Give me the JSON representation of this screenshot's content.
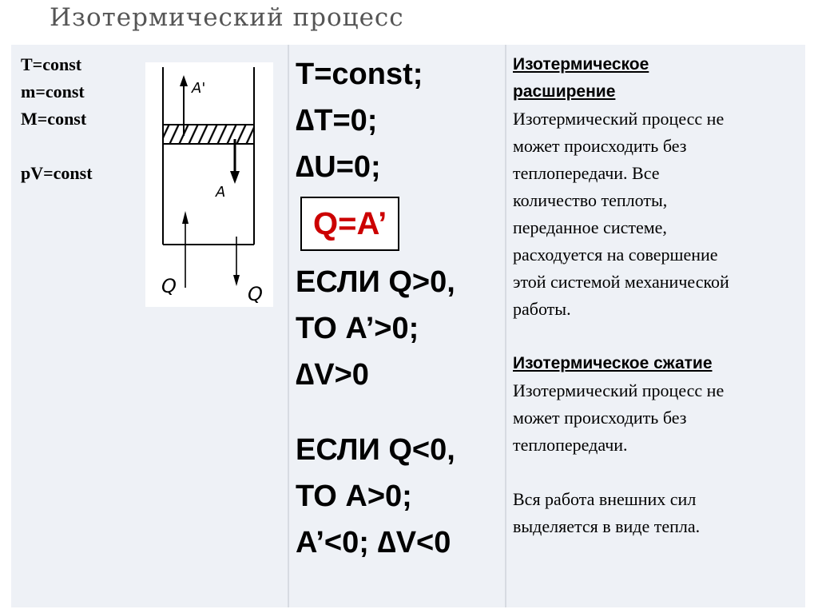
{
  "title": "Изотермический процесс",
  "params": {
    "l1": "T=const",
    "l2": "m=const",
    "l3": "M=const",
    "l4": "pV=const"
  },
  "diagram": {
    "label_a_prime": "A'",
    "label_a": "A",
    "label_q_left": "Q",
    "label_q_right": "Q"
  },
  "formulas": {
    "f1": "T=const;",
    "f2": "∆T=0;",
    "f3": "∆U=0;",
    "boxed": "Q=A’",
    "f4": "ЕСЛИ Q>0,",
    "f5": "ТО A’>0;",
    "f6": "∆V>0",
    "f7": "ЕСЛИ Q<0,",
    "f8": "ТО A>0;",
    "f9": "A’<0; ∆V<0"
  },
  "description": {
    "expansion_heading_1": "Изотермическое",
    "expansion_heading_2": "расширение",
    "expansion_lines": [
      "Изотермический процесс не",
      "может происходить без",
      "теплопередачи. Все",
      "количество теплоты,",
      "переданное системе,",
      "расходуется на совершение",
      "этой системой механической",
      "работы."
    ],
    "compression_heading": "Изотермическое сжатие",
    "compression_lines": [
      "Изотермический процесс не",
      "может происходить без",
      "теплопередачи."
    ],
    "final_lines": [
      "Вся работа внешних сил",
      "выделяется в виде тепла."
    ]
  }
}
